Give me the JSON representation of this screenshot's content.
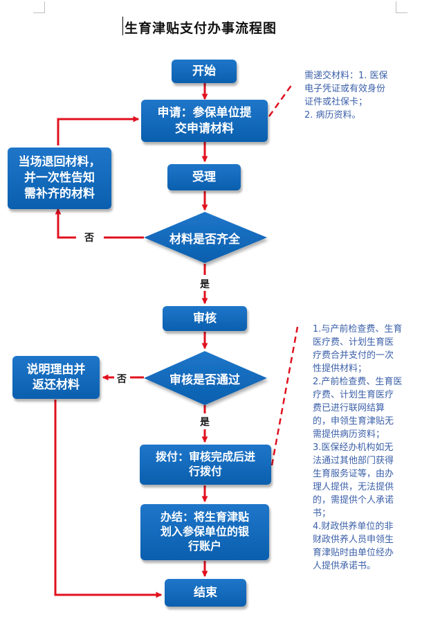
{
  "title": "生育津贴支付办事流程图",
  "nodes": {
    "start": "开始",
    "apply": "申请：参保单位提\n交申请材料",
    "accept": "受理",
    "check_complete": "材料是否齐全",
    "return_notify": "当场退回材料，\n并一次性告知\n需补齐的材料",
    "review": "审核",
    "review_pass": "审核是否通过",
    "explain_return": "说明理由并\n返还材料",
    "payment": "拨付：审核完成后进\n行拨付",
    "settle": "办结：将生育津贴\n划入参保单位的银\n行账户",
    "end": "结束"
  },
  "labels": {
    "no_1": "否",
    "yes_1": "是",
    "no_2": "否",
    "yes_2": "是"
  },
  "notes": {
    "materials": "需递交材料：1. 医保\n电子凭证或有效身份\n证件或社保卡；\n2. 病历资料。",
    "payment_notes": "1.与产前检查费、生育\n医疗费、计划生育医\n疗费合并支付的一次\n性提供材料；\n2.产前检查费、生育医\n疗费、计划生育医疗\n费已进行联网结算\n的，申领生育津贴无\n需提供病历资料；\n3.医保经办机构如无\n法通过其他部门获得\n生育服务证等，由办\n理人提供，无法提供\n的，需提供个人承诺\n书；\n4.财政供养单位的非\n财政供养人员申领生\n育津贴时由单位经办\n人提供承诺书。"
  },
  "colors": {
    "box_fill": "#1269bd",
    "arrow": "#e0101e",
    "note_text": "#3a5fa8"
  }
}
